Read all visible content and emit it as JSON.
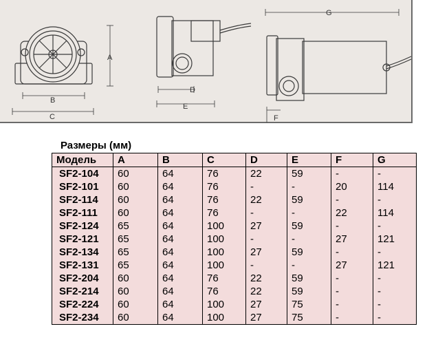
{
  "drawing": {
    "labels": {
      "a": "A",
      "b": "B",
      "c": "C",
      "d": "D",
      "e": "E",
      "f": "F",
      "g": "G"
    }
  },
  "table": {
    "title": "Размеры (мм)",
    "headers": [
      "Модель",
      "A",
      "B",
      "C",
      "D",
      "E",
      "F",
      "G"
    ],
    "rows": [
      [
        "SF2-104",
        "60",
        "64",
        "76",
        "22",
        "59",
        "-",
        "-"
      ],
      [
        "SF2-101",
        "60",
        "64",
        "76",
        "-",
        "-",
        "20",
        "114"
      ],
      [
        "SF2-114",
        "60",
        "64",
        "76",
        "22",
        "59",
        "-",
        "-"
      ],
      [
        "SF2-111",
        "60",
        "64",
        "76",
        "-",
        "-",
        "22",
        "114"
      ],
      [
        "SF2-124",
        "65",
        "64",
        "100",
        "27",
        "59",
        "-",
        "-"
      ],
      [
        "SF2-121",
        "65",
        "64",
        "100",
        "-",
        "-",
        "27",
        "121"
      ],
      [
        "SF2-134",
        "65",
        "64",
        "100",
        "27",
        "59",
        "-",
        "-"
      ],
      [
        "SF2-131",
        "65",
        "64",
        "100",
        "-",
        "-",
        "27",
        "121"
      ],
      [
        "SF2-204",
        "60",
        "64",
        "76",
        "22",
        "59",
        "-",
        "-"
      ],
      [
        "SF2-214",
        "60",
        "64",
        "76",
        "22",
        "59",
        "-",
        "-"
      ],
      [
        "SF2-224",
        "60",
        "64",
        "100",
        "27",
        "75",
        "-",
        "-"
      ],
      [
        "SF2-234",
        "60",
        "64",
        "100",
        "27",
        "75",
        "-",
        "-"
      ]
    ]
  }
}
